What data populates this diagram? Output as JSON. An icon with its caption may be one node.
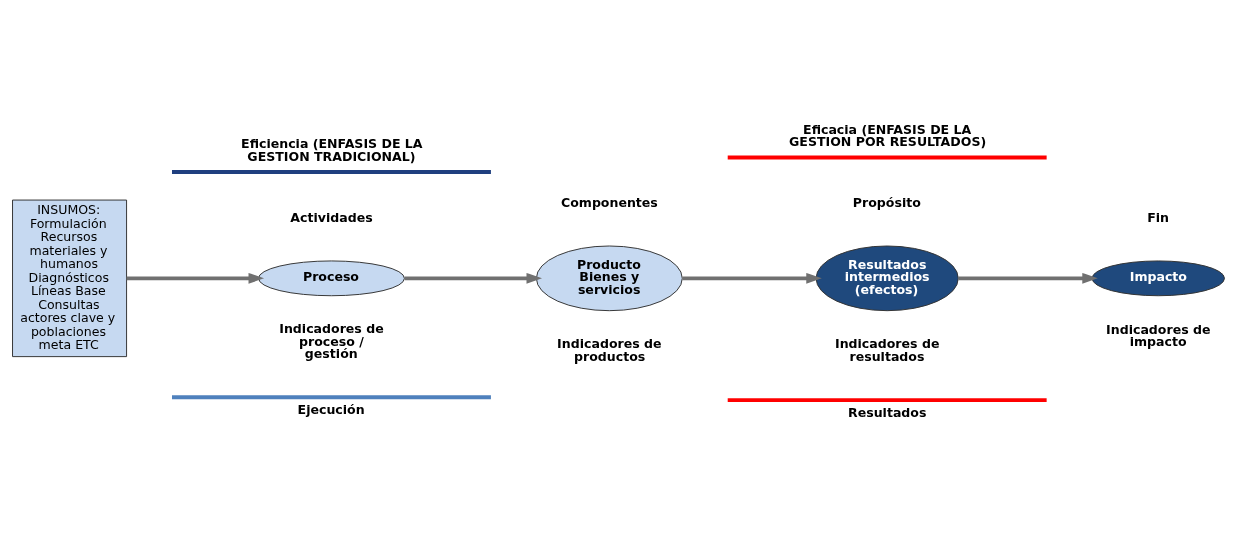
{
  "diagram": {
    "nodes": [
      {
        "text": [
          "INSUMOS: Formulación Recursos materiales y humanos Diagnósticos Líneas Base Consultas actores clave y poblaciones meta ETC"
        ]
      },
      {
        "text": [
          "Proceso"
        ],
        "beside": [
          "Actividades",
          "Indicadores de proceso / gestión"
        ]
      },
      {
        "text": [
          "Producto Bienes y servicios"
        ],
        "beside": [
          "Componentes",
          "Indicadores de productos"
        ]
      },
      {
        "text": [
          "Resultados intermedios (efectos)"
        ],
        "beside": [
          "Propósito",
          "Indicadores de resultados"
        ]
      },
      {
        "text": [
          "Impacto"
        ],
        "beside": [
          "Fin",
          "Indicadores de impacto"
        ]
      }
    ],
    "edges": [
      {
        "from": 0,
        "to": 1,
        "arrow": "to"
      },
      {
        "from": 1,
        "to": 2,
        "arrow": "to"
      },
      {
        "from": 2,
        "to": 3,
        "arrow": "to"
      },
      {
        "from": 3,
        "to": 4,
        "arrow": "to"
      }
    ],
    "labels": [
      "Eficiencia (ENFASIS DE LA GESTION TRADICIONAL)",
      "Eficacia (ENFASIS DE LA GESTION POR RESULTADOS)",
      "Ejecución",
      "Resultados"
    ]
  }
}
